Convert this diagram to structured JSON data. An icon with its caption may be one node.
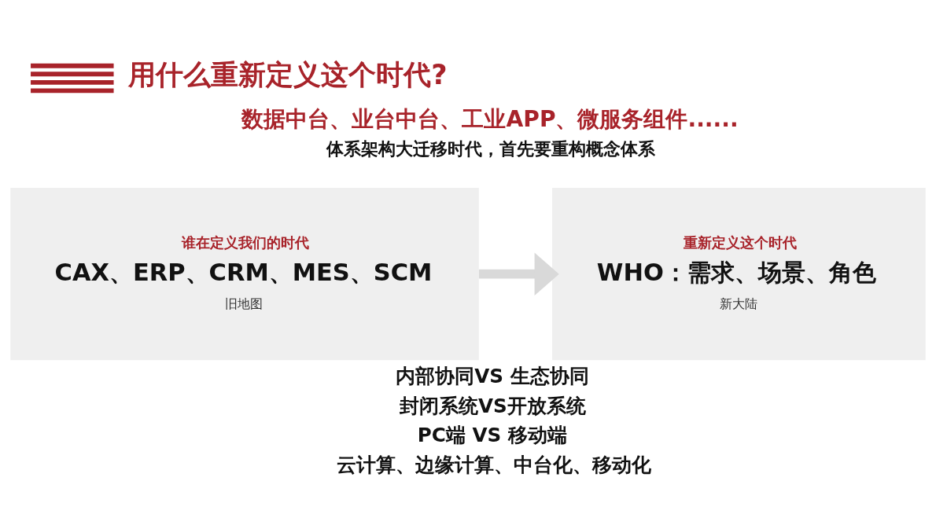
{
  "diagram": {
    "title": "用什么重新定义这个时代?",
    "nodes": [
      {
        "text": [
          "谁在定义我们的时代",
          "CAX、ERP、CRM、MES、SCM",
          "旧地图"
        ]
      },
      {
        "text": [
          "重新定义这个时代",
          "WHO：需求、场景、角色",
          "新大陆"
        ]
      }
    ],
    "edges": [
      {
        "from": 0,
        "to": 1,
        "arrow": "to"
      }
    ],
    "labels": [
      "数据中台、业台中台、工业APP、微服务组件......",
      "体系架构大迁移时代，首先要重构概念体系",
      "内部协同VS 生态协同",
      "封闭系统VS开放系统",
      "PC端 VS 移动端",
      "云计算、边缘计算、中台化、移动化"
    ]
  }
}
